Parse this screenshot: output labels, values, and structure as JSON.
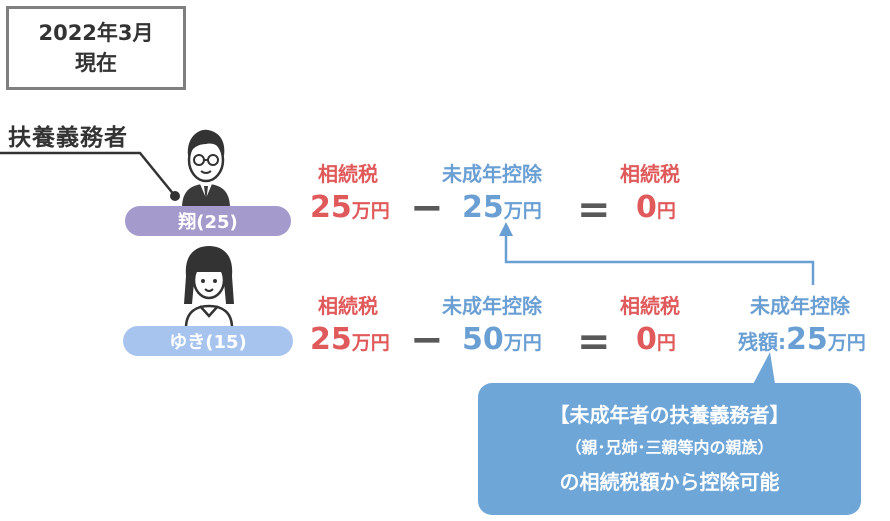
{
  "date_box": {
    "line1": "2022年3月",
    "line2": "現在"
  },
  "guardian_label": "扶養義務者",
  "persons": [
    {
      "badge": "翔(25)",
      "icon": "boy-avatar-icon"
    },
    {
      "badge": "ゆき(15)",
      "icon": "girl-avatar-icon"
    }
  ],
  "row1": {
    "h1": "相続税",
    "v1": "25",
    "u1": "万円",
    "h2": "未成年控除",
    "v2": "25",
    "u2": "万円",
    "h3": "相続税",
    "v3": "0",
    "u3": "円"
  },
  "row2": {
    "h1": "相続税",
    "v1": "25",
    "u1": "万円",
    "h2": "未成年控除",
    "v2": "50",
    "u2": "万円",
    "h3": "相続税",
    "v3": "0",
    "u3": "円",
    "h4": "未成年控除",
    "v4_label": "残額:",
    "v4": "25",
    "u4": "万円"
  },
  "callout": {
    "line1": "【未成年者の扶養義務者】",
    "line2": "（親･兄姉･三親等内の親族）",
    "line3": "の相続税額から控除可能"
  },
  "colors": {
    "red": "#e05a5c",
    "blue": "#6a9fd4",
    "purple": "#a49acb",
    "light_blue": "#a7c4ef",
    "callout": "#6fa6d8"
  }
}
